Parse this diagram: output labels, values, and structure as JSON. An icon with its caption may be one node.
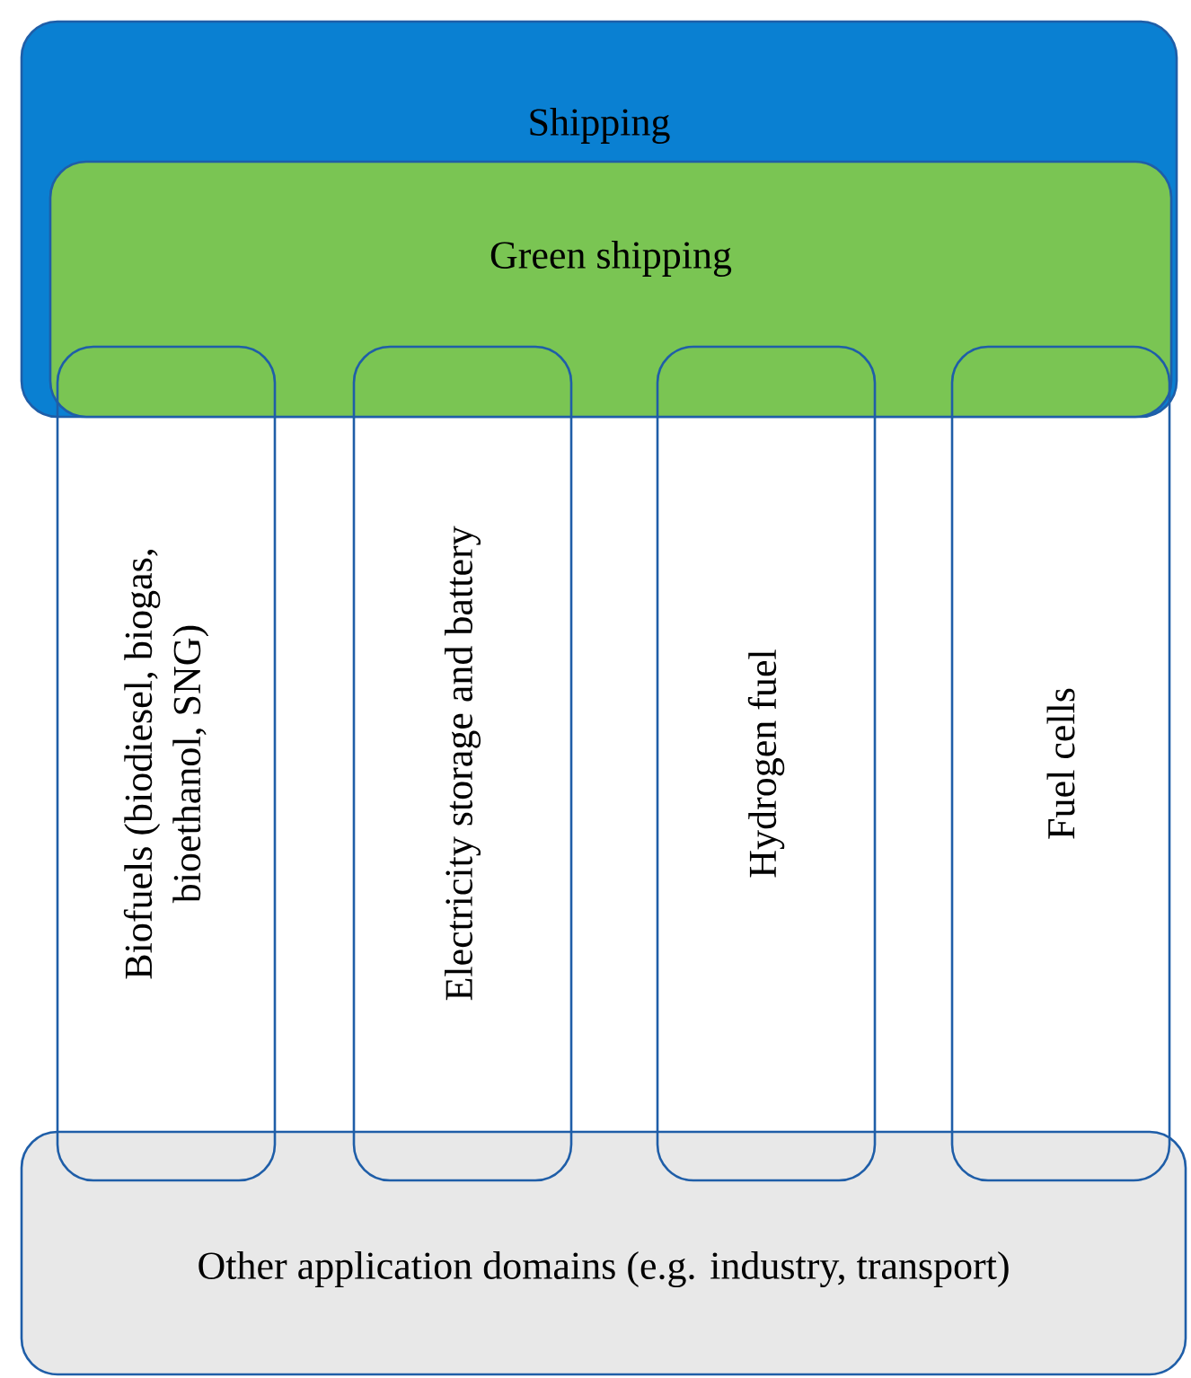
{
  "diagram": {
    "nodes": [
      {
        "text": [
          "Shipping"
        ]
      },
      {
        "text": [
          "Green shipping"
        ],
        "in": 0
      },
      {
        "text": [
          "Biofuels (biodiesel, biogas, bioethanol, SNG)"
        ]
      },
      {
        "text": [
          "Electricity storage and battery"
        ]
      },
      {
        "text": [
          "Hydrogen fuel"
        ]
      },
      {
        "text": [
          "Fuel cells"
        ]
      },
      {
        "text": [
          "Other application domains (e.g. industry, transport)"
        ]
      }
    ]
  }
}
